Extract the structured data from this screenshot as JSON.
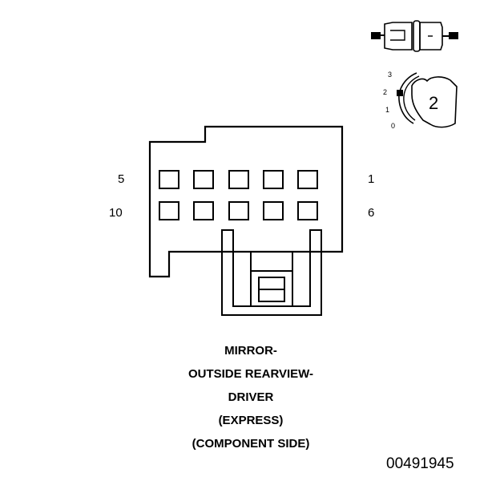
{
  "connector": {
    "pin_labels": {
      "top_left": "5",
      "top_right": "1",
      "bottom_left": "10",
      "bottom_right": "6"
    }
  },
  "connector_icon": {
    "view_positions": [
      "3",
      "2",
      "1",
      "0"
    ],
    "connector_number": "2"
  },
  "caption": {
    "lines": [
      "MIRROR-",
      "OUTSIDE REARVIEW-",
      "DRIVER",
      "(EXPRESS)",
      "(COMPONENT SIDE)"
    ]
  },
  "part_number": "00491945",
  "colors": {
    "stroke": "#000000",
    "background": "#ffffff"
  }
}
